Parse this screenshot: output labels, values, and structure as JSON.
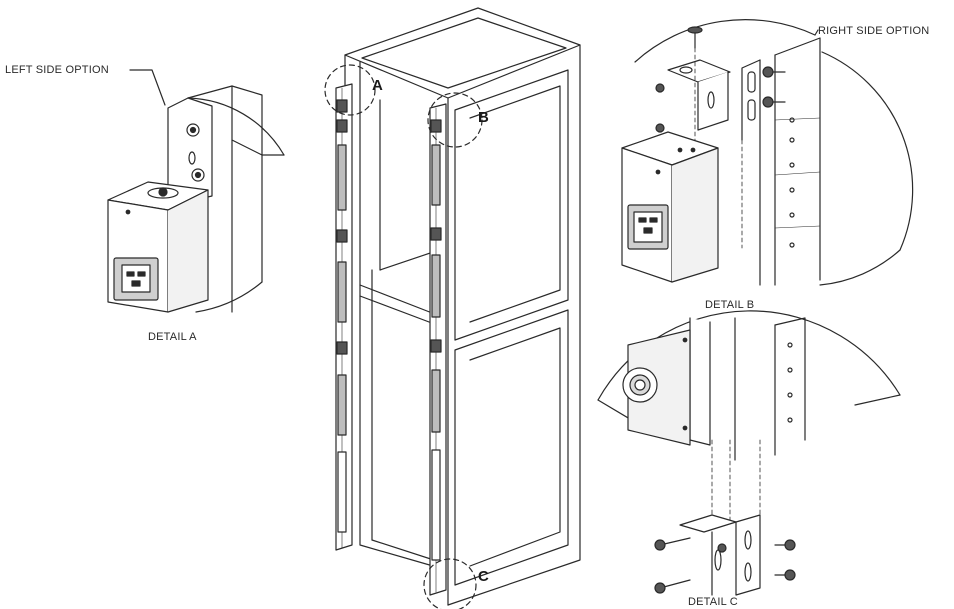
{
  "labels": {
    "left_side_option": "LEFT SIDE OPTION",
    "right_side_option": "RIGHT SIDE OPTION",
    "detail_a": "DETAIL A",
    "detail_b": "DETAIL B",
    "detail_c": "DETAIL C"
  },
  "callouts": {
    "a": "A",
    "b": "B",
    "c": "C"
  },
  "colors": {
    "line": "#2a2a2a",
    "fill": "#ffffff",
    "shade": "#d9d9d9",
    "dark": "#555555"
  }
}
